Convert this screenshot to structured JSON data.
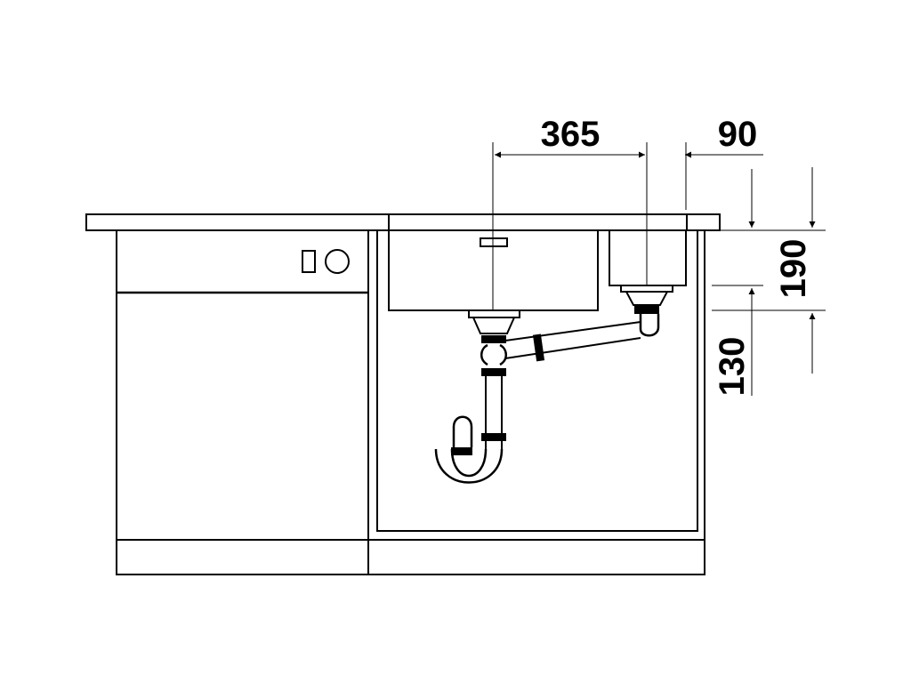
{
  "colors": {
    "line": "#000000",
    "background": "#ffffff"
  },
  "dimensions": {
    "width_365": "365",
    "width_90": "90",
    "height_190": "190",
    "height_130": "130"
  }
}
